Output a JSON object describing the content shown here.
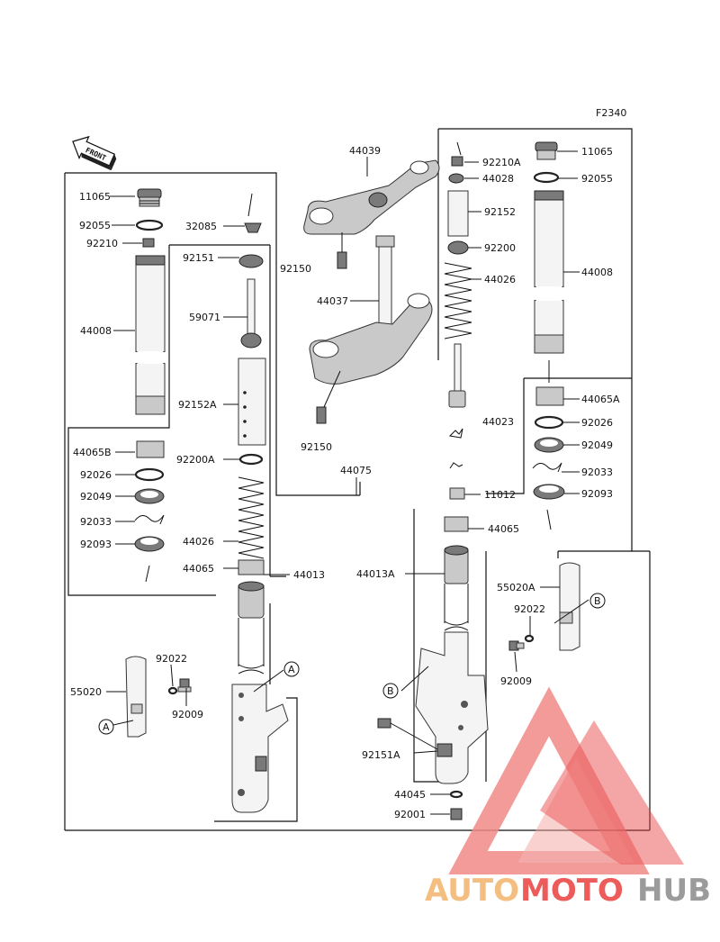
{
  "figure_code": "F2340",
  "front_arrow": "FRONT",
  "labels": {
    "l_11065": "11065",
    "l_92055": "92055",
    "l_92210": "92210",
    "l_32085": "32085",
    "l_92151": "92151",
    "l_59071": "59071",
    "l_44008": "44008",
    "l_92152a": "92152A",
    "l_44065b": "44065B",
    "l_92200a": "92200A",
    "l_92026": "92026",
    "l_92049": "92049",
    "l_92033": "92033",
    "l_92093": "92093",
    "l_44026": "44026",
    "l_44065": "44065",
    "l_44013": "44013",
    "l_55020": "55020",
    "l_92022": "92022",
    "l_92009": "92009",
    "l_a": "A",
    "l_a2": "A",
    "c_44039": "44039",
    "c_92150a": "92150",
    "c_44037": "44037",
    "c_92150b": "92150",
    "c_44075": "44075",
    "c_44013a": "44013A",
    "c_b": "B",
    "c_92151a": "92151A",
    "c_44045": "44045",
    "c_92001": "92001",
    "c_92210a": "92210A",
    "c_44028": "44028",
    "c_92152": "92152",
    "c_92200": "92200",
    "c_44026": "44026",
    "c_44023": "44023",
    "c_11012": "11012",
    "c_44065": "44065",
    "r_11065": "11065",
    "r_92055": "92055",
    "r_44008": "44008",
    "r_44065a": "44065A",
    "r_92026": "92026",
    "r_92049": "92049",
    "r_92033": "92033",
    "r_92093": "92093",
    "r_55020a": "55020A",
    "r_b": "B",
    "r_92022": "92022",
    "r_92009": "92009"
  },
  "watermark": {
    "part1": "AUTO",
    "part2": "MOTO",
    "part3": "HUB",
    "color_light": "#f2b36a",
    "color_red": "#e8403f",
    "color_gray": "#8a8a8a"
  }
}
